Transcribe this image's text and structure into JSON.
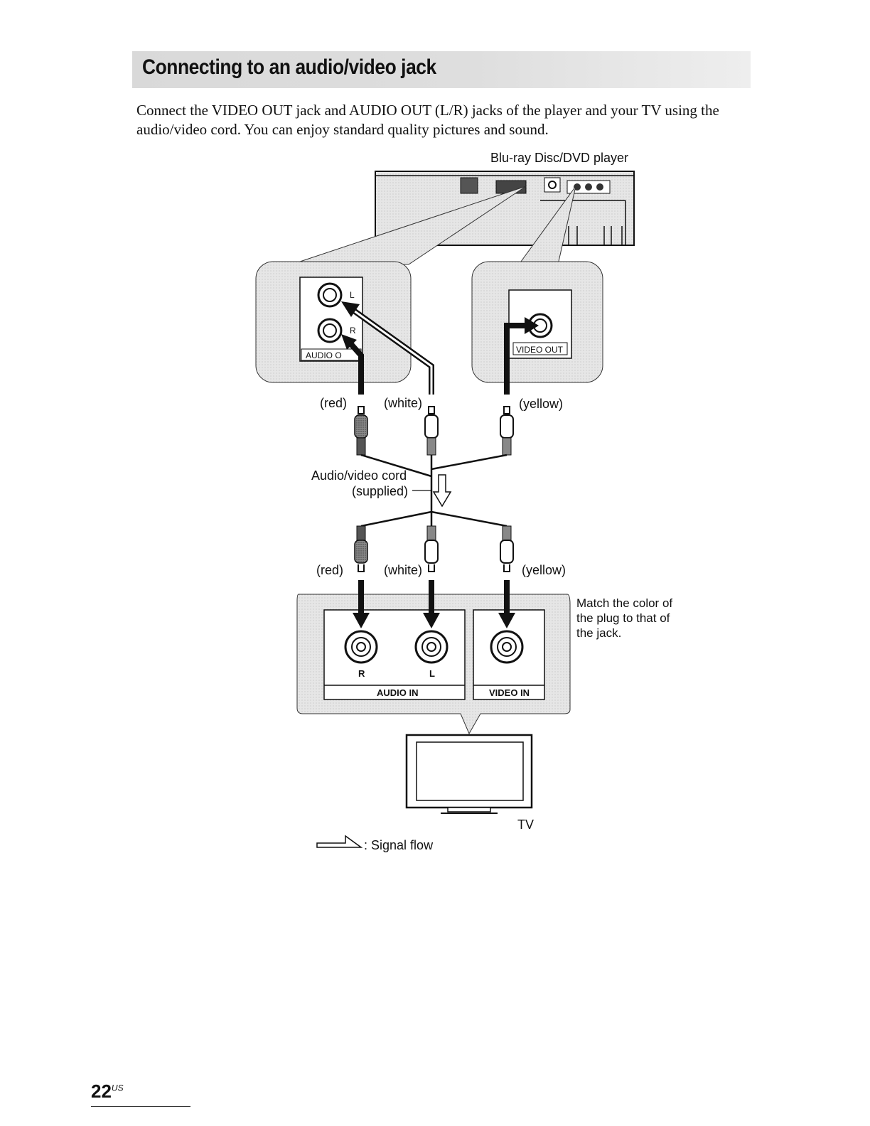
{
  "section_title": "Connecting to an audio/video jack",
  "intro": "Connect the VIDEO OUT jack and AUDIO OUT (L/R) jacks of the player and your TV using the audio/video cord. You can enjoy standard quality pictures and sound.",
  "player_label": "Blu-ray Disc/DVD player",
  "audio_out": {
    "label": "AUDIO O",
    "l": "L",
    "r": "R"
  },
  "video_out_label": "VIDEO OUT",
  "top_plugs": {
    "red": "(red)",
    "white": "(white)",
    "yellow": "(yellow)"
  },
  "cord_label": [
    "Audio/video cord",
    "(supplied)"
  ],
  "bottom_plugs": {
    "red": "(red)",
    "white": "(white)",
    "yellow": "(yellow)"
  },
  "tv_inputs": {
    "r": "R",
    "l": "L",
    "audio_in": "AUDIO IN",
    "video_in": "VIDEO IN"
  },
  "match_note": [
    "Match the color of",
    "the plug to that of",
    "the jack."
  ],
  "tv_label": "TV",
  "legend": "Signal flow",
  "page": {
    "number": "22",
    "suffix": "US"
  }
}
